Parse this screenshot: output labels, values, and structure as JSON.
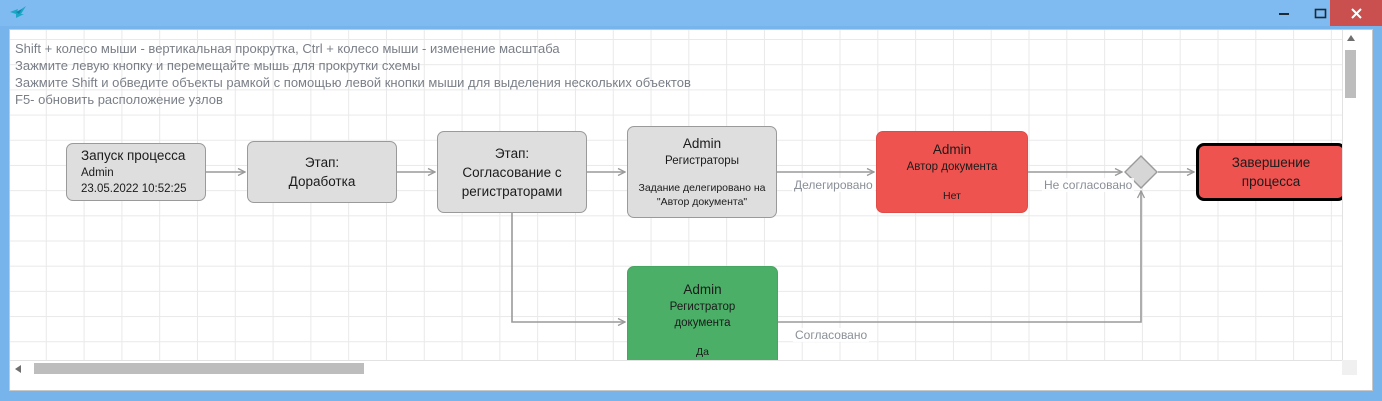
{
  "window": {
    "icon": "bird-icon",
    "title": "",
    "minimize_label": "–",
    "maximize_label": "❐",
    "close_label": "✕",
    "accent_color": "#7fbaf0",
    "close_color": "#c9504f"
  },
  "hints": [
    "Shift + колесо мыши - вертикальная прокрутка, Ctrl + колесо мыши - изменение масштаба",
    "Зажмите левую кнопку и перемещайте мышь для прокрутки схемы",
    "Зажмите Shift и обведите объекты рамкой с помощью левой кнопки мыши для выделения нескольких объектов",
    "F5- обновить расположение узлов"
  ],
  "diagram": {
    "nodes": [
      {
        "id": "start",
        "kind": "gray",
        "title": "Запуск процесса",
        "line2": "Admin",
        "line3": "23.05.2022 10:52:25"
      },
      {
        "id": "stage-revision",
        "kind": "gray",
        "line1": "Этап:",
        "line2": "Доработка"
      },
      {
        "id": "stage-approval",
        "kind": "gray",
        "line1": "Этап:",
        "line2": "Согласование с",
        "line3": "регистраторами"
      },
      {
        "id": "registrars",
        "kind": "gray",
        "title": "Admin",
        "subtitle": "Регистраторы",
        "note1": "Задание делегировано на",
        "note2": "\"Автор документа\""
      },
      {
        "id": "author",
        "kind": "red",
        "color": "#ef5350",
        "title": "Admin",
        "subtitle": "Автор документа",
        "state": "Нет"
      },
      {
        "id": "registrar-doc",
        "kind": "green",
        "color": "#4caf68",
        "title": "Admin",
        "subtitle1": "Регистратор",
        "subtitle2": "документа",
        "state": "Да"
      },
      {
        "id": "end",
        "kind": "terminal",
        "color": "#ef5350",
        "line1": "Завершение",
        "line2": "процесса"
      }
    ],
    "gateway": {
      "id": "decision-gateway",
      "shape": "diamond",
      "color": "#d6d6d6"
    },
    "edge_labels": {
      "delegated": "Делегировано",
      "rejected": "Не согласовано",
      "approved": "Согласовано"
    }
  },
  "scrollbars": {
    "vertical": {
      "up": "▲",
      "down": "▼"
    },
    "horizontal": {
      "left": "◄",
      "right": "►"
    }
  }
}
